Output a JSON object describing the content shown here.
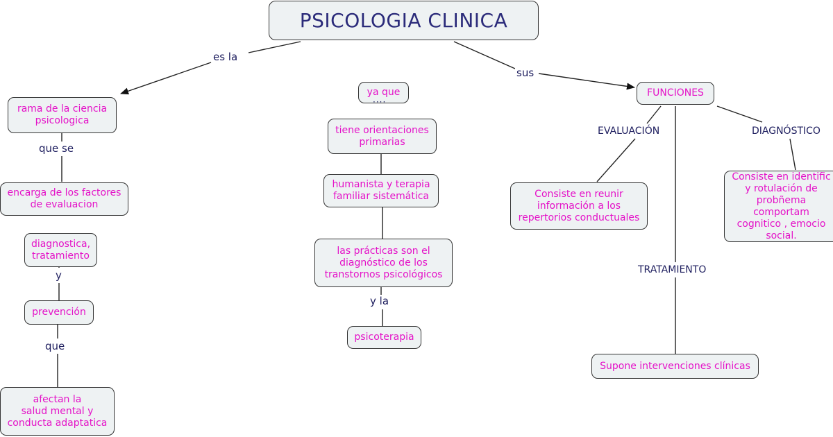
{
  "root": "PSICOLOGIA CLINICA",
  "nodes": {
    "rama": "rama de la ciencia\npsicologica",
    "encarga": "encarga de los factores\nde evaluacion",
    "diagnostica": "diagnostica,\ntratamiento",
    "prevencion": "prevención",
    "afectan": "afectan la\nsalud mental y\nconducta adaptatica",
    "ya_que": "ya que",
    "orientaciones": "tiene orientaciones\nprimarias",
    "humanista": "humanista y terapia\nfamiliar sistemática",
    "practicas": "las prácticas son el\ndiagnóstico de los\ntranstornos psicológicos",
    "psicoterapia": "psicoterapia",
    "funciones": "FUNCIONES",
    "consiste_reunir": "Consiste en reunir\ninformación a los\nrepertorios conductuales",
    "consiste_ident": "Consiste en identific\ny rotulación de\nprobñema comportam\ncognitico , emocio\nsocial.",
    "supone": "Supone intervenciones clínicas"
  },
  "links": {
    "es_la": "es la",
    "sus": "sus",
    "que_se": "que se",
    "y": "y",
    "que": "que",
    "y_la": "y la",
    "evaluacion": "EVALUACIÓN",
    "diagnostico": "DIAGNÓSTICO",
    "tratamiento": "TRATAMIENTO"
  },
  "colors": {
    "concept_text": "#e412c8",
    "link_text": "#1d1d5e",
    "node_fill": "#eef2f3",
    "root_text": "#2b2b7a"
  }
}
